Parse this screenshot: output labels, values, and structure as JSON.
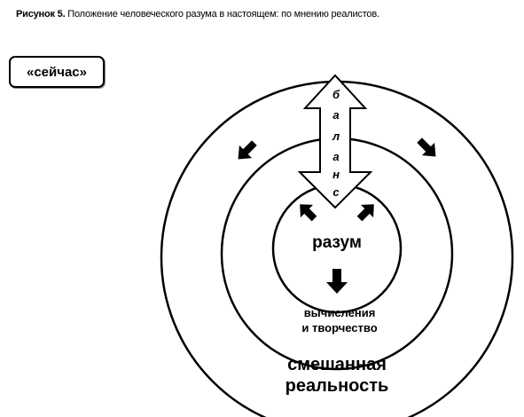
{
  "caption": {
    "label": "Рисунок 5.",
    "text": " Положение человеческого разума в настоящем: по мнению реалистов."
  },
  "now_label": "«сейчас»",
  "arrow_letters": [
    "б",
    "а",
    "л",
    "а",
    "н",
    "с"
  ],
  "labels": {
    "mind": "разум",
    "calc_line1": "вычисления",
    "calc_line2": "и творчество",
    "reality_line1": "смешанная",
    "reality_line2": "реальность"
  }
}
